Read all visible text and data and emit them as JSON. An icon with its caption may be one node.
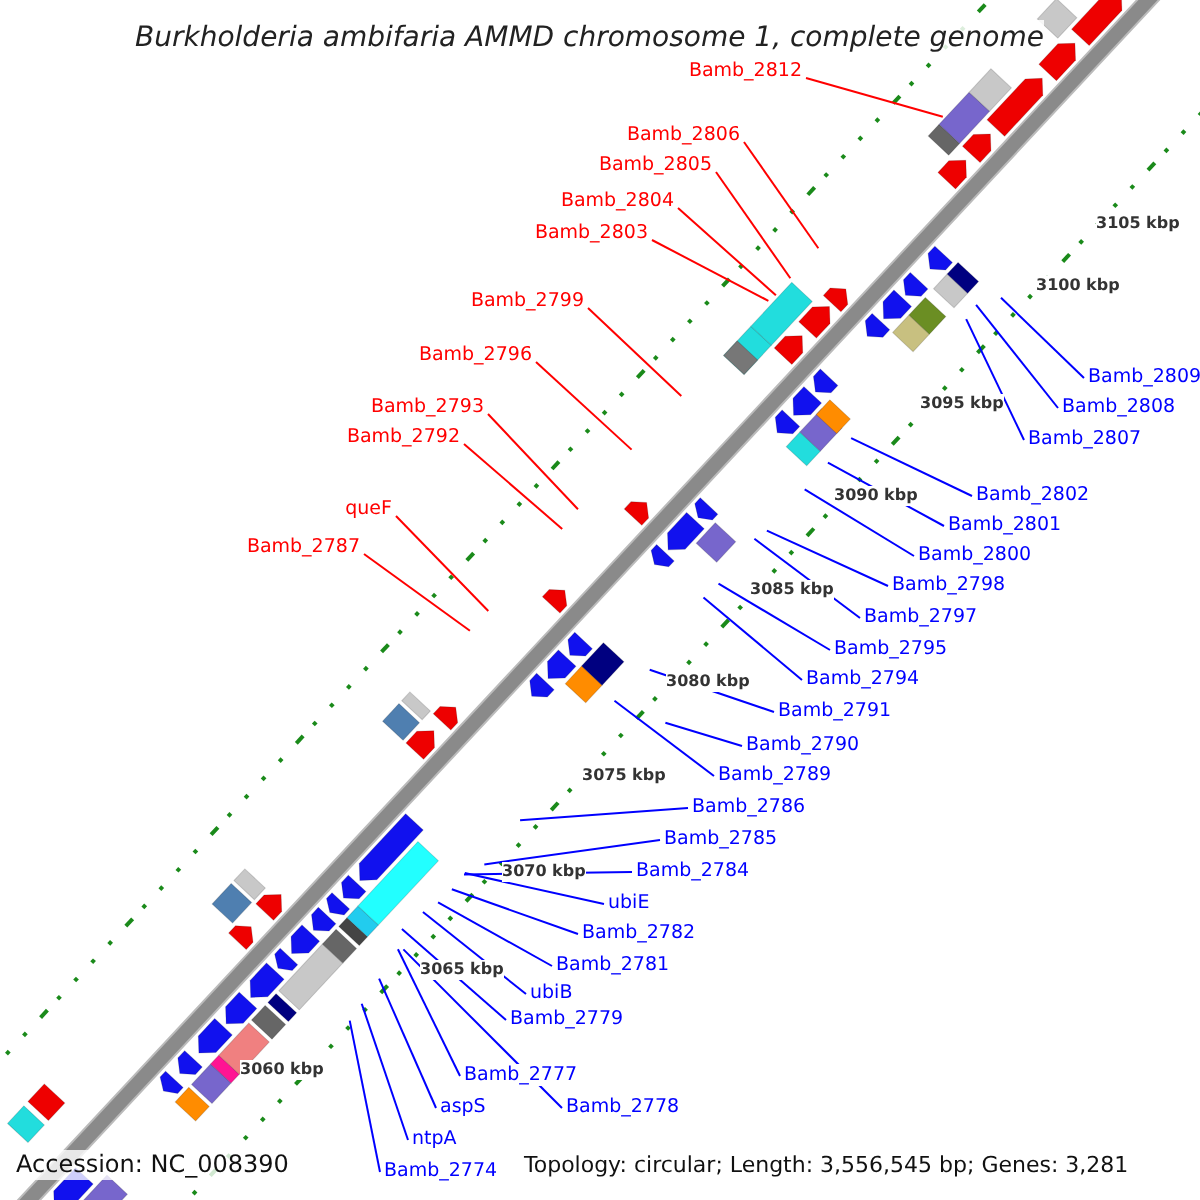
{
  "diagram": {
    "title": "Burkholderia ambifaria AMMD chromosome 1, complete genome",
    "nodes": [
      {
        "text": [
          "Bamb_2812"
        ]
      },
      {
        "text": [
          "Bamb_2806"
        ]
      },
      {
        "text": [
          "Bamb_2805"
        ]
      },
      {
        "text": [
          "Bamb_2804"
        ]
      },
      {
        "text": [
          "Bamb_2803"
        ]
      },
      {
        "text": [
          "Bamb_2799"
        ]
      },
      {
        "text": [
          "Bamb_2796"
        ]
      },
      {
        "text": [
          "Bamb_2793"
        ]
      },
      {
        "text": [
          "Bamb_2792"
        ]
      },
      {
        "text": [
          "queF"
        ]
      },
      {
        "text": [
          "Bamb_2787"
        ]
      },
      {
        "text": [
          "Bamb_2809"
        ]
      },
      {
        "text": [
          "Bamb_2808"
        ]
      },
      {
        "text": [
          "Bamb_2807"
        ]
      },
      {
        "text": [
          "Bamb_2802"
        ]
      },
      {
        "text": [
          "Bamb_2801"
        ]
      },
      {
        "text": [
          "Bamb_2800"
        ]
      },
      {
        "text": [
          "Bamb_2798"
        ]
      },
      {
        "text": [
          "Bamb_2797"
        ]
      },
      {
        "text": [
          "Bamb_2795"
        ]
      },
      {
        "text": [
          "Bamb_2794"
        ]
      },
      {
        "text": [
          "Bamb_2791"
        ]
      },
      {
        "text": [
          "Bamb_2790"
        ]
      },
      {
        "text": [
          "Bamb_2789"
        ]
      },
      {
        "text": [
          "Bamb_2786"
        ]
      },
      {
        "text": [
          "Bamb_2785"
        ]
      },
      {
        "text": [
          "Bamb_2784"
        ]
      },
      {
        "text": [
          "ubiE"
        ]
      },
      {
        "text": [
          "Bamb_2782"
        ]
      },
      {
        "text": [
          "Bamb_2781"
        ]
      },
      {
        "text": [
          "ubiB"
        ]
      },
      {
        "text": [
          "Bamb_2779"
        ]
      },
      {
        "text": [
          "Bamb_2778"
        ]
      },
      {
        "text": [
          "Bamb_2777"
        ]
      },
      {
        "text": [
          "aspS"
        ]
      },
      {
        "text": [
          "ntpA"
        ]
      },
      {
        "text": [
          "Bamb_2774"
        ]
      }
    ],
    "edges": [
      {
        "from": 0,
        "to": null,
        "arrow": "none",
        "color": "#ff0000"
      },
      {
        "from": 1,
        "to": null,
        "arrow": "none",
        "color": "#ff0000"
      },
      {
        "from": 2,
        "to": null,
        "arrow": "none",
        "color": "#ff0000"
      },
      {
        "from": 3,
        "to": null,
        "arrow": "none",
        "color": "#ff0000"
      },
      {
        "from": 4,
        "to": null,
        "arrow": "none",
        "color": "#ff0000"
      },
      {
        "from": 5,
        "to": null,
        "arrow": "none",
        "color": "#ff0000"
      },
      {
        "from": 6,
        "to": null,
        "arrow": "none",
        "color": "#ff0000"
      },
      {
        "from": 7,
        "to": null,
        "arrow": "none",
        "color": "#ff0000"
      },
      {
        "from": 8,
        "to": null,
        "arrow": "none",
        "color": "#ff0000"
      },
      {
        "from": 9,
        "to": null,
        "arrow": "none",
        "color": "#ff0000"
      },
      {
        "from": 10,
        "to": null,
        "arrow": "none",
        "color": "#ff0000"
      },
      {
        "from": 11,
        "to": null,
        "arrow": "none"
      },
      {
        "from": 12,
        "to": null,
        "arrow": "none"
      },
      {
        "from": 13,
        "to": null,
        "arrow": "none"
      },
      {
        "from": 14,
        "to": null,
        "arrow": "none"
      },
      {
        "from": 15,
        "to": null,
        "arrow": "none"
      },
      {
        "from": 16,
        "to": null,
        "arrow": "none"
      },
      {
        "from": 17,
        "to": null,
        "arrow": "none"
      },
      {
        "from": 18,
        "to": null,
        "arrow": "none"
      },
      {
        "from": 19,
        "to": null,
        "arrow": "none"
      },
      {
        "from": 20,
        "to": null,
        "arrow": "none"
      },
      {
        "from": 21,
        "to": null,
        "arrow": "none"
      },
      {
        "from": 22,
        "to": null,
        "arrow": "none"
      },
      {
        "from": 23,
        "to": null,
        "arrow": "none"
      },
      {
        "from": 24,
        "to": null,
        "arrow": "none"
      },
      {
        "from": 25,
        "to": null,
        "arrow": "none"
      },
      {
        "from": 26,
        "to": null,
        "arrow": "none"
      },
      {
        "from": 27,
        "to": null,
        "arrow": "none"
      },
      {
        "from": 28,
        "to": null,
        "arrow": "none"
      },
      {
        "from": 29,
        "to": null,
        "arrow": "none"
      },
      {
        "from": 30,
        "to": null,
        "arrow": "none"
      },
      {
        "from": 31,
        "to": null,
        "arrow": "none"
      },
      {
        "from": 32,
        "to": null,
        "arrow": "none"
      },
      {
        "from": 33,
        "to": null,
        "arrow": "none"
      },
      {
        "from": 34,
        "to": null,
        "arrow": "none"
      },
      {
        "from": 35,
        "to": null,
        "arrow": "none"
      },
      {
        "from": 36,
        "to": null,
        "arrow": "none"
      }
    ],
    "labels": [
      "3105 kbp",
      "3100 kbp",
      "3095 kbp",
      "3090 kbp",
      "3085 kbp",
      "3080 kbp",
      "3075 kbp",
      "3070 kbp",
      "3065 kbp",
      "3060 kbp",
      "Accession: NC_008390",
      "Topology: circular; Length: 3,556,545 bp; Genes: 3,281"
    ]
  }
}
